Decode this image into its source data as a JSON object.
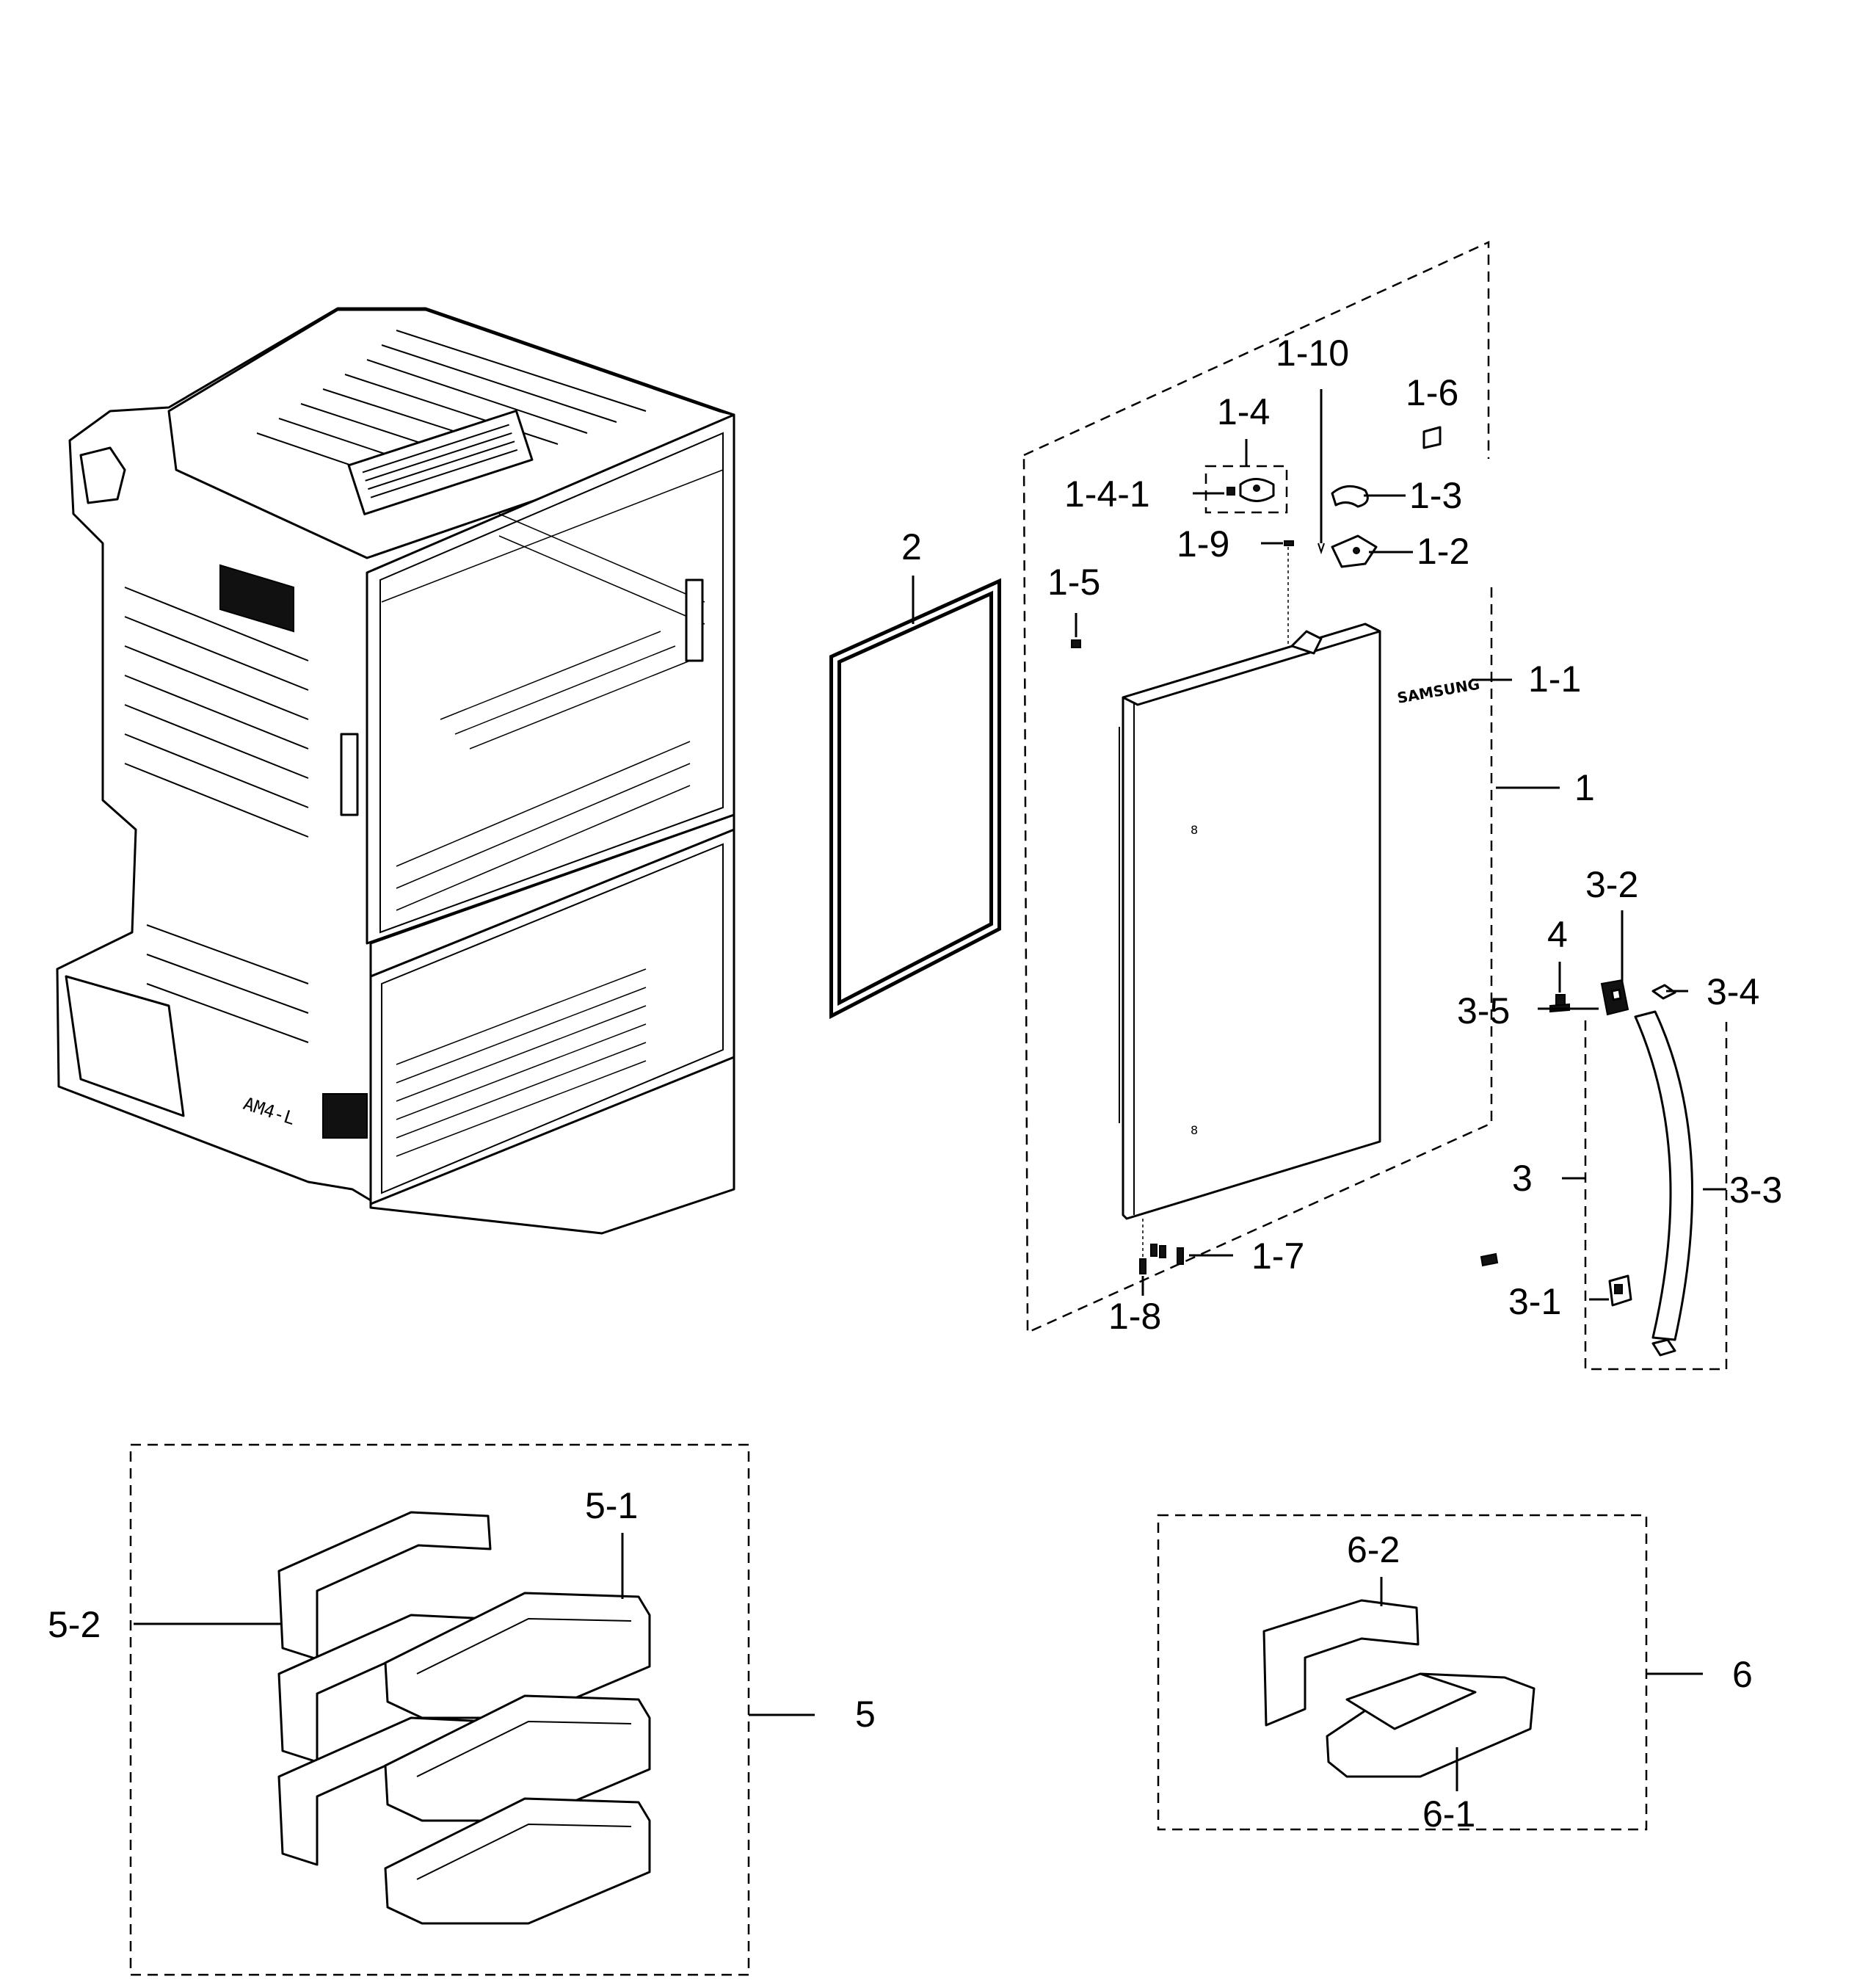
{
  "figure": {
    "callouts": {
      "c1": "1",
      "c1_1": "1-1",
      "c1_2": "1-2",
      "c1_3": "1-3",
      "c1_4": "1-4",
      "c1_4_1": "1-4-1",
      "c1_5": "1-5",
      "c1_6": "1-6",
      "c1_7": "1-7",
      "c1_8": "1-8",
      "c1_9": "1-9",
      "c1_10": "1-10",
      "c2": "2",
      "c3": "3",
      "c3_1": "3-1",
      "c3_2": "3-2",
      "c3_3": "3-3",
      "c3_4": "3-4",
      "c3_5": "3-5",
      "c4": "4",
      "c5": "5",
      "c5_1": "5-1",
      "c5_2": "5-2",
      "c6": "6",
      "c6_1": "6-1",
      "c6_2": "6-2"
    },
    "door_logo": "SAMSUNG",
    "cabinet_tag": "AM4-L"
  }
}
